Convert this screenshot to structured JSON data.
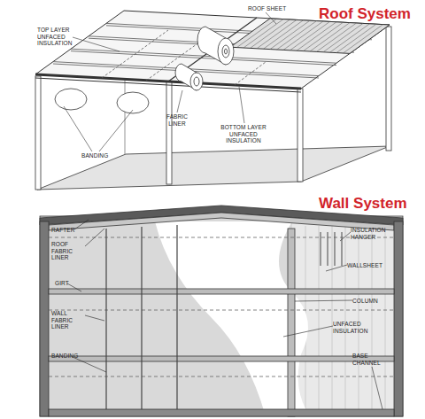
{
  "diagram": {
    "labels": [
      "Roof System",
      "ROOF SHEET",
      "TOP LAYER UNFACED INSULATION",
      "FABRIC LINER",
      "BANDING",
      "BOTTOM LAYER UNFACED INSULATION",
      "Wall System",
      "RAFTER",
      "INSULATION HANGER",
      "ROOF FABRIC LINER",
      "WALLSHEET",
      "GIRT",
      "COLUMN",
      "WALL FABRIC LINER",
      "UNFACED INSULATION",
      "BANDING",
      "BASE CHANNEL"
    ]
  }
}
